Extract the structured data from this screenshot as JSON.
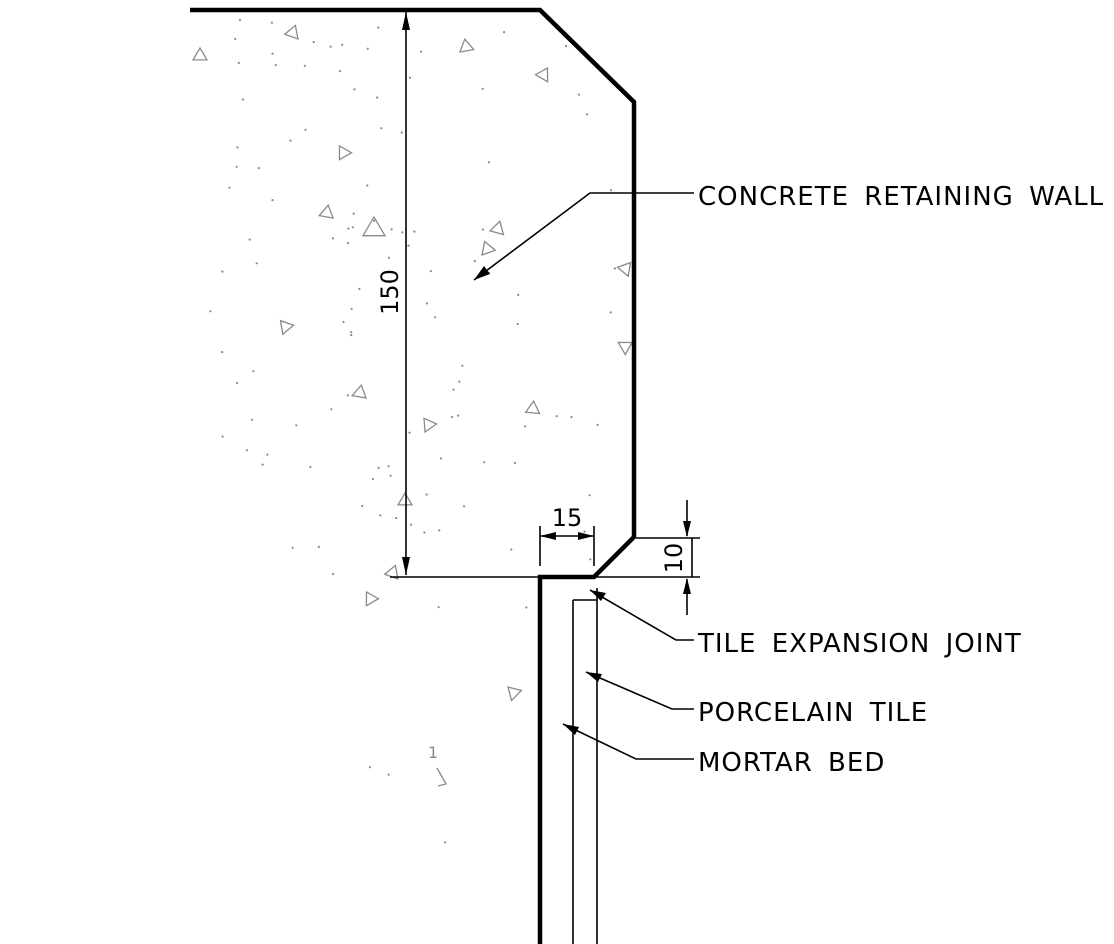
{
  "labels": {
    "concrete_retaining_wall": "CONCRETE RETAINING WALL",
    "tile_expansion_joint": "TILE EXPANSION JOINT",
    "porcelain_tile": "PORCELAIN TILE",
    "mortar_bed": "MORTAR BED"
  },
  "dimensions": {
    "wall_height": "150",
    "nib_width": "15",
    "joint_gap": "10"
  },
  "stray_text": "1"
}
